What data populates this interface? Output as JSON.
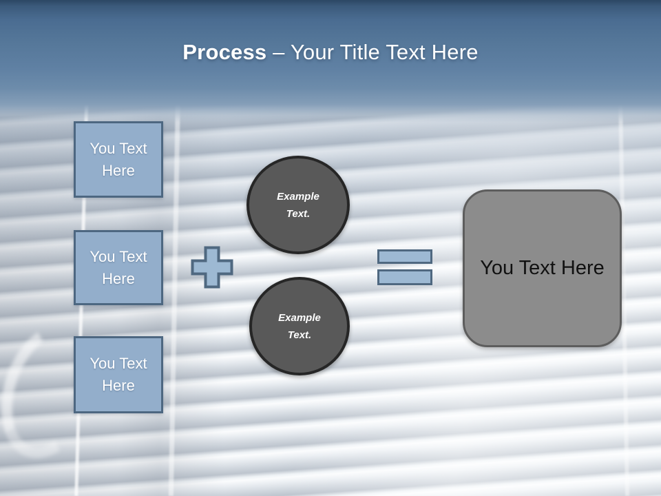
{
  "title": {
    "bold_text": "Process",
    "regular_text": "– Your Title Text Here"
  },
  "input_boxes": [
    {
      "label": "You Text Here"
    },
    {
      "label": "You Text Here"
    },
    {
      "label": "You Text Here"
    }
  ],
  "operators": {
    "plus_icon": "plus-icon",
    "equals_icon": "equals-icon"
  },
  "example_circles": [
    {
      "label": "Example Text."
    },
    {
      "label": "Example Text."
    }
  ],
  "result_box": {
    "label": "You Text Here"
  },
  "colors": {
    "header_top": "#2c4764",
    "header_mid": "#5f80a3",
    "accent_blue_fill": "#93aecb",
    "accent_blue_border": "#4d6781",
    "circle_fill": "#595959",
    "circle_border": "#262626",
    "result_fill": "#8c8c8c",
    "result_border": "#5d5d5d",
    "title_text": "#ffffff",
    "result_text": "#111111"
  }
}
